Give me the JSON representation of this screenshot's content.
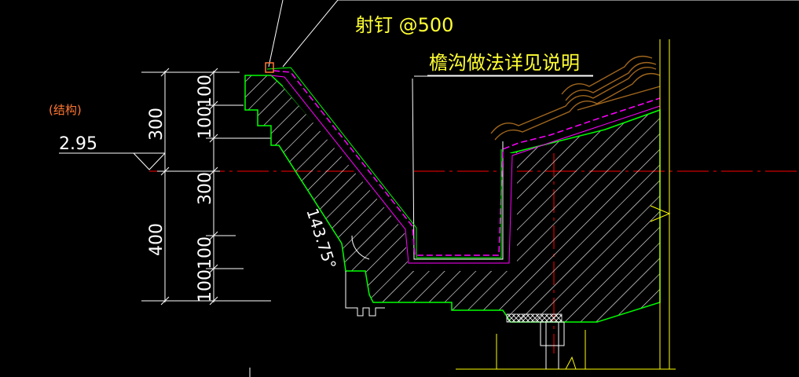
{
  "annotations": {
    "nail_note": "射钉 @500",
    "gutter_note": "檐沟做法详见说明",
    "structure_label": "(结构)",
    "elevation_value": "2.95",
    "angle_label": "143.75°"
  },
  "dimensions": {
    "outer": [
      "300",
      "400"
    ],
    "inner": [
      "100",
      "100",
      "300",
      "100",
      "100"
    ]
  },
  "colors": {
    "background": "#000000",
    "dimension": "#ffffff",
    "concrete_outline": "#00ff00",
    "waterproof_layer": "#ff00ff",
    "roof_tile": "#a0661e",
    "axis_line": "#ff0000",
    "annotation_text": "#ffff33",
    "structure_text": "#ff7733",
    "leader": "#ffffff",
    "wall_line": "#ffff00",
    "elevation_text": "#ffffff"
  }
}
